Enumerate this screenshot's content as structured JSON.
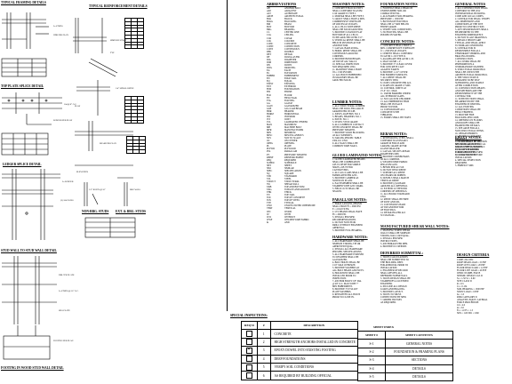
{
  "drawing_titles": {
    "typical_framing": "TYPICAL FRAMING DETAILS",
    "typical_reinforcement": "TYPICAL REINFORCEMENT DETAILS",
    "top_plate_splice": "TOP PLATE SPLICE DETAIL",
    "ledger_splice": "LEDGER SPLICE DETAIL",
    "non_brg": "NON-BRG. STUDS",
    "ext_brg": "EXT. & BRG. STUDS",
    "stud_wall": "STUD WALL TO STUD WALL DETAIL",
    "footing_stud": "FOOTING IN WOOD STUD WALL DETAIL"
  },
  "section_headings": {
    "abbreviations": "ABBREVIATIONS",
    "masonry": "MASONRY NOTES:",
    "foundation": "FOUNDATION NOTES",
    "general": "GENERAL NOTES",
    "concrete": "CONCRETE NOTES:",
    "lumber": "LUMBER NOTES:",
    "glued": "GLUED LAMINATED NOTES:",
    "rebar": "REBAR NOTES:",
    "epoxy": "EPOXY NOTES:",
    "parallam": "PARALLAM NOTES:",
    "hardware": "HARDWARE NOTES:",
    "mfg_shear": "MANUFACTURED SHEAR WALL NOTES:",
    "deferred": "DEFERRED SUBMITTAL:",
    "design_criteria": "DESIGN CRITERIA"
  },
  "special_inspections": {
    "title": "SPECIAL INSPECTIONS:",
    "headers": {
      "reqd": "REQ'D",
      "num": "#",
      "desc": "DESCRIPTION"
    },
    "rows": [
      {
        "num": "1",
        "desc": "CONCRETE",
        "checked": false
      },
      {
        "num": "2",
        "desc": "HIGH STRENGTH ANCHORS INSTALLED IN CONCRETE",
        "checked": false
      },
      {
        "num": "3",
        "desc": "EPOXY DOWEL INTO EXISTING FOOTING",
        "checked": true
      },
      {
        "num": "4",
        "desc": "DEEP FOUNDATIONS",
        "checked": false
      },
      {
        "num": "5",
        "desc": "VERIFY SOIL CONDITIONS",
        "checked": false
      },
      {
        "num": "6",
        "desc": "AS REQUIRED BY BUILDING OFFICIAL",
        "checked": false
      }
    ]
  },
  "sheet_index": {
    "title": "SHEET INDEX",
    "headers": {
      "sheet": "SHEET #",
      "contents": "SHEET CONTENTS"
    },
    "rows": [
      {
        "sheet": "S-1",
        "contents": "GENERAL NOTES"
      },
      {
        "sheet": "S-2",
        "contents": "FOUNDATION & FRAMING PLANS"
      },
      {
        "sheet": "S-3",
        "contents": "SECTIONS"
      },
      {
        "sheet": "S-4",
        "contents": "DETAILS"
      },
      {
        "sheet": "S-5",
        "contents": "DETAILS"
      }
    ]
  },
  "abbreviations": [
    [
      "AB",
      "ANCHOR BOLT"
    ],
    [
      "ADJ",
      "ADJACENT"
    ],
    [
      "ALT",
      "ALTERNATE"
    ],
    [
      "ARCH",
      "ARCHITECTURAL"
    ],
    [
      "BLK",
      "BLOCK"
    ],
    [
      "BLKG",
      "BLOCKING"
    ],
    [
      "BM",
      "BEAM"
    ],
    [
      "BOT",
      "BOTTOM"
    ],
    [
      "BRG",
      "BEARING"
    ],
    [
      "CL",
      "CENTER LINE"
    ],
    [
      "CLG",
      "CEILING"
    ],
    [
      "CLR",
      "CLEAR"
    ],
    [
      "COL",
      "COLUMN"
    ],
    [
      "CONC",
      "CONCRETE"
    ],
    [
      "CONN",
      "CONNECTION"
    ],
    [
      "CONT",
      "CONTINUOUS"
    ],
    [
      "DBL",
      "DOUBLE"
    ],
    [
      "DET",
      "DETAIL"
    ],
    [
      "DF",
      "DOUGLAS FIR"
    ],
    [
      "DIA",
      "DIAMETER"
    ],
    [
      "DIM",
      "DIMENSION"
    ],
    [
      "DN",
      "DOWN"
    ],
    [
      "DWG",
      "DRAWING"
    ],
    [
      "EA",
      "EACH"
    ],
    [
      "EL",
      "ELEVATION"
    ],
    [
      "EMBED",
      "EMBEDMENT"
    ],
    [
      "EN",
      "EDGE NAIL"
    ],
    [
      "EQ",
      "EQUAL"
    ],
    [
      "EXIST",
      "EXISTING"
    ],
    [
      "EXT",
      "EXTERIOR"
    ],
    [
      "FDN",
      "FOUNDATION"
    ],
    [
      "FIN",
      "FINISH"
    ],
    [
      "FLR",
      "FLOOR"
    ],
    [
      "FN",
      "FIELD NAIL"
    ],
    [
      "FTG",
      "FOOTING"
    ],
    [
      "GA",
      "GAUGE"
    ],
    [
      "GALV",
      "GALVANIZED"
    ],
    [
      "GLB",
      "GLU-LAM BEAM"
    ],
    [
      "HDR",
      "HEADER"
    ],
    [
      "HORIZ",
      "HORIZONTAL"
    ],
    [
      "INT",
      "INTERIOR"
    ],
    [
      "JST",
      "JOIST"
    ],
    [
      "LVL",
      "LAMINATED VENEER"
    ],
    [
      "MAX",
      "MAXIMUM"
    ],
    [
      "MB",
      "MACHINE BOLT"
    ],
    [
      "MFR",
      "MANUFACTURER"
    ],
    [
      "MIN",
      "MINIMUM"
    ],
    [
      "MISC",
      "MISCELLANEOUS"
    ],
    [
      "NTS",
      "NOT TO SCALE"
    ],
    [
      "OC",
      "ON CENTER"
    ],
    [
      "OPNG",
      "OPENING"
    ],
    [
      "PL",
      "PLATE"
    ],
    [
      "PLYWD",
      "PLYWOOD"
    ],
    [
      "PSL",
      "PARALLAM"
    ],
    [
      "PT",
      "PRESSURE TREATED"
    ],
    [
      "REINF",
      "REINFORCEMENT"
    ],
    [
      "REQ",
      "REQUIRED"
    ],
    [
      "SCHED",
      "SCHEDULE"
    ],
    [
      "SHT",
      "SHEET"
    ],
    [
      "SIM",
      "SIMILAR"
    ],
    [
      "SPEC",
      "SPECIFICATION"
    ],
    [
      "SQ",
      "SQUARE"
    ],
    [
      "STD",
      "STANDARD"
    ],
    [
      "STL",
      "STEEL"
    ],
    [
      "STRUCT",
      "STRUCTURAL"
    ],
    [
      "SW",
      "SHEAR WALL"
    ],
    [
      "T&B",
      "TOP AND BOTTOM"
    ],
    [
      "T&G",
      "TONGUE AND GROOVE"
    ],
    [
      "THK",
      "THICK"
    ],
    [
      "TN",
      "TOE NAIL"
    ],
    [
      "TOC",
      "TOP OF CONCRETE"
    ],
    [
      "TOS",
      "TOP OF STEEL"
    ],
    [
      "TYP",
      "TYPICAL"
    ],
    [
      "UNO",
      "UNLESS NOTED OTHERWISE"
    ],
    [
      "VERT",
      "VERTICAL"
    ],
    [
      "WD",
      "WOOD"
    ],
    [
      "W/",
      "WITH"
    ],
    [
      "W/O",
      "WITHOUT"
    ],
    [
      "WWF",
      "WELDED WIRE FABRIC"
    ],
    [
      "&",
      "AND"
    ]
  ]
}
